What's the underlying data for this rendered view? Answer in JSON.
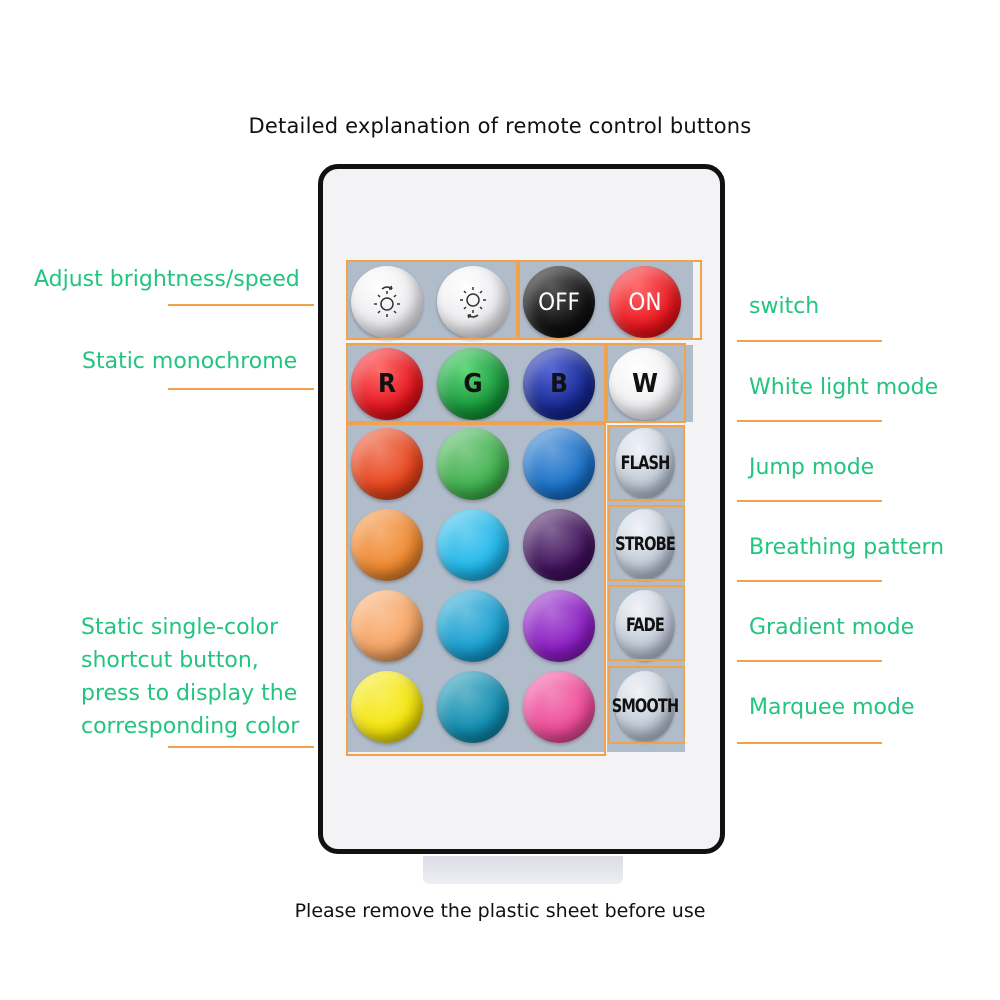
{
  "title": "Detailed explanation of remote control buttons",
  "footer": "Please remove the plastic sheet before use",
  "buttons": {
    "off": "OFF",
    "on": "ON",
    "r": "R",
    "g": "G",
    "b": "B",
    "w": "W",
    "flash": "FLASH",
    "strobe": "STROBE",
    "fade": "FADE",
    "smooth": "SMOOTH"
  },
  "labels": {
    "brightness": "Adjust brightness/speed",
    "static_mono": "Static monochrome",
    "static_single_1": "Static single-color",
    "static_single_2": "shortcut button,",
    "static_single_3": "press to display the",
    "static_single_4": "corresponding color",
    "switch": "switch",
    "white": "White light mode",
    "jump": "Jump mode",
    "breathing": "Breathing pattern",
    "gradient": "Gradient mode",
    "marquee": "Marquee mode"
  },
  "colors": {
    "label_green": "#22c47f",
    "frame_orange": "#f0a24c",
    "panel": "#b1bccb",
    "red": "#e4141c",
    "green": "#169639",
    "blue": "#15278e",
    "on_red": "#e8161d",
    "grid": [
      "#e8431a",
      "#3fb14c",
      "#1870c8",
      "#f0882e",
      "#1fb7ea",
      "#3e105a",
      "#f7a462",
      "#169fd1",
      "#8a1cc2",
      "#f5e609",
      "#0e8db0",
      "#ee4a98"
    ]
  },
  "icons": [
    "brightness-up-icon",
    "brightness-down-icon"
  ]
}
